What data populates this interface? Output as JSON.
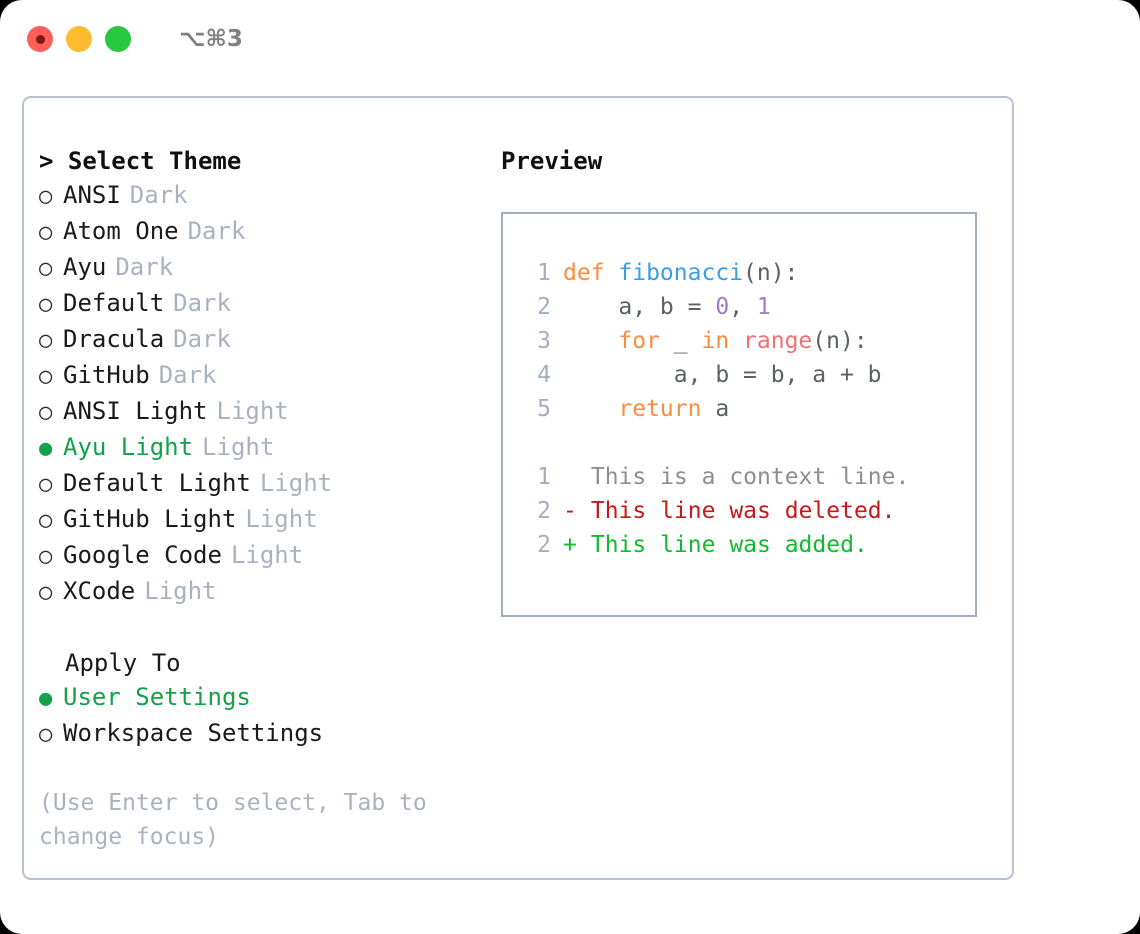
{
  "titlebar": {
    "lights": [
      {
        "name": "close",
        "color": "#ff5f57"
      },
      {
        "name": "minimize",
        "color": "#febc2e"
      },
      {
        "name": "maximize",
        "color": "#28c840"
      }
    ],
    "shortcut": "⌥⌘3"
  },
  "theme_section": {
    "heading": "> Select Theme",
    "selected_theme": "Ayu Light",
    "bullet_empty": "○",
    "bullet_filled": "●",
    "options": [
      {
        "label": "ANSI",
        "tag": "Dark",
        "selected": false
      },
      {
        "label": "Atom One",
        "tag": "Dark",
        "selected": false
      },
      {
        "label": "Ayu",
        "tag": "Dark",
        "selected": false
      },
      {
        "label": "Default",
        "tag": "Dark",
        "selected": false
      },
      {
        "label": "Dracula",
        "tag": "Dark",
        "selected": false
      },
      {
        "label": "GitHub",
        "tag": "Dark",
        "selected": false
      },
      {
        "label": "ANSI Light",
        "tag": "Light",
        "selected": false
      },
      {
        "label": "Ayu Light",
        "tag": "Light",
        "selected": true
      },
      {
        "label": "Default Light",
        "tag": "Light",
        "selected": false
      },
      {
        "label": "GitHub Light",
        "tag": "Light",
        "selected": false
      },
      {
        "label": "Google Code",
        "tag": "Light",
        "selected": false
      },
      {
        "label": "XCode",
        "tag": "Light",
        "selected": false
      }
    ]
  },
  "apply_section": {
    "heading": "Apply To",
    "selected_target": "User Settings",
    "options": [
      {
        "label": "User Settings",
        "selected": true
      },
      {
        "label": "Workspace Settings",
        "selected": false
      }
    ]
  },
  "hint": "(Use Enter to select, Tab to change focus)",
  "preview": {
    "heading": "Preview",
    "code_lines": [
      {
        "ln": "1",
        "tokens": [
          {
            "t": "def ",
            "c": "tok-kw"
          },
          {
            "t": "fibonacci",
            "c": "tok-fn"
          },
          {
            "t": "(n):",
            "c": "tok-plain"
          }
        ]
      },
      {
        "ln": "2",
        "tokens": [
          {
            "t": "    a, b = ",
            "c": "tok-plain"
          },
          {
            "t": "0",
            "c": "tok-num"
          },
          {
            "t": ", ",
            "c": "tok-plain"
          },
          {
            "t": "1",
            "c": "tok-num"
          }
        ]
      },
      {
        "ln": "3",
        "tokens": [
          {
            "t": "    ",
            "c": "tok-plain"
          },
          {
            "t": "for",
            "c": "tok-kw"
          },
          {
            "t": " _ ",
            "c": "tok-plain"
          },
          {
            "t": "in",
            "c": "tok-kw"
          },
          {
            "t": " ",
            "c": "tok-plain"
          },
          {
            "t": "range",
            "c": "tok-call"
          },
          {
            "t": "(n):",
            "c": "tok-plain"
          }
        ]
      },
      {
        "ln": "4",
        "tokens": [
          {
            "t": "        a, b = b, a + b",
            "c": "tok-plain"
          }
        ]
      },
      {
        "ln": "5",
        "tokens": [
          {
            "t": "    ",
            "c": "tok-plain"
          },
          {
            "t": "return",
            "c": "tok-kw"
          },
          {
            "t": " a",
            "c": "tok-plain"
          }
        ]
      }
    ],
    "diff_lines": [
      {
        "ln": "1",
        "mark": " ",
        "text": " This is a context line.",
        "kind": "diff-ctx"
      },
      {
        "ln": "2",
        "mark": "-",
        "text": " This line was deleted.",
        "kind": "diff-del"
      },
      {
        "ln": "2",
        "mark": "+",
        "text": " This line was added.",
        "kind": "diff-add"
      }
    ]
  },
  "colors": {
    "accent_green": "#12a24a",
    "muted": "#a8b2c0",
    "border": "#b8c2d0",
    "preview_border": "#a3aec0",
    "syntax_keyword": "#fa8d3e",
    "syntax_function": "#399ee6",
    "syntax_number": "#a37acc",
    "syntax_call": "#f07171",
    "syntax_plain": "#5c6166",
    "diff_added": "#12bb2e",
    "diff_deleted": "#c41a1a",
    "diff_context": "#8a8f96"
  }
}
